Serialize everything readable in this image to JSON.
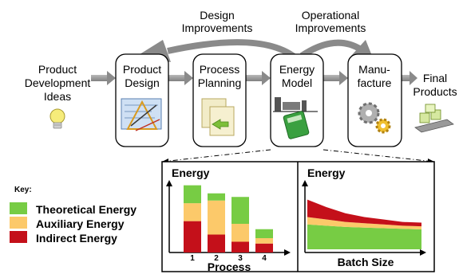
{
  "top_labels": {
    "design_improvements": [
      "Design",
      "Improvements"
    ],
    "operational_improvements": [
      "Operational",
      "Improvements"
    ]
  },
  "input_label": [
    "Product",
    "Development",
    "Ideas"
  ],
  "output_label": [
    "Final",
    "Products"
  ],
  "stages": [
    {
      "id": "product-design",
      "lines": [
        "Product",
        "Design"
      ],
      "icon": "blueprint-icon"
    },
    {
      "id": "process-planning",
      "lines": [
        "Process",
        "Planning"
      ],
      "icon": "documents-icon"
    },
    {
      "id": "energy-model",
      "lines": [
        "Energy",
        "Model"
      ],
      "icon": "calculator-factory-icon"
    },
    {
      "id": "manufacture",
      "lines": [
        "Manu-",
        "facture"
      ],
      "icon": "gears-icon"
    }
  ],
  "key": {
    "title": "Key:",
    "items": [
      {
        "label": "Theoretical Energy",
        "color": "#77cc44"
      },
      {
        "label": "Auxiliary Energy",
        "color": "#fcc96a"
      },
      {
        "label": "Indirect Energy",
        "color": "#c4101a"
      }
    ]
  },
  "chart_data": [
    {
      "type": "bar",
      "stacked": true,
      "ylabel": "Energy",
      "xlabel": "Process",
      "categories": [
        "1",
        "2",
        "3",
        "4"
      ],
      "series": [
        {
          "name": "Indirect Energy",
          "color": "#c4101a",
          "values": [
            35,
            20,
            12,
            10
          ]
        },
        {
          "name": "Auxiliary Energy",
          "color": "#fcc96a",
          "values": [
            20,
            38,
            20,
            6
          ]
        },
        {
          "name": "Theoretical Energy",
          "color": "#77cc44",
          "values": [
            20,
            8,
            30,
            10
          ]
        }
      ],
      "ylim": [
        0,
        80
      ],
      "axis_ticks_shown": false
    },
    {
      "type": "area",
      "stacked": true,
      "ylabel": "Energy",
      "xlabel": "Batch Size",
      "x": [
        0,
        1,
        2,
        3,
        4,
        5,
        6
      ],
      "series": [
        {
          "name": "Theoretical Energy",
          "color": "#77cc44",
          "values": [
            40,
            38,
            36,
            35,
            34,
            33,
            32
          ]
        },
        {
          "name": "Auxiliary Energy",
          "color": "#fcc96a",
          "values": [
            12,
            10,
            8,
            7,
            6,
            5,
            5
          ]
        },
        {
          "name": "Indirect Energy",
          "color": "#c4101a",
          "values": [
            28,
            20,
            14,
            10,
            8,
            6,
            6
          ]
        }
      ],
      "ylim": [
        0,
        100
      ],
      "axis_ticks_shown": false
    }
  ]
}
